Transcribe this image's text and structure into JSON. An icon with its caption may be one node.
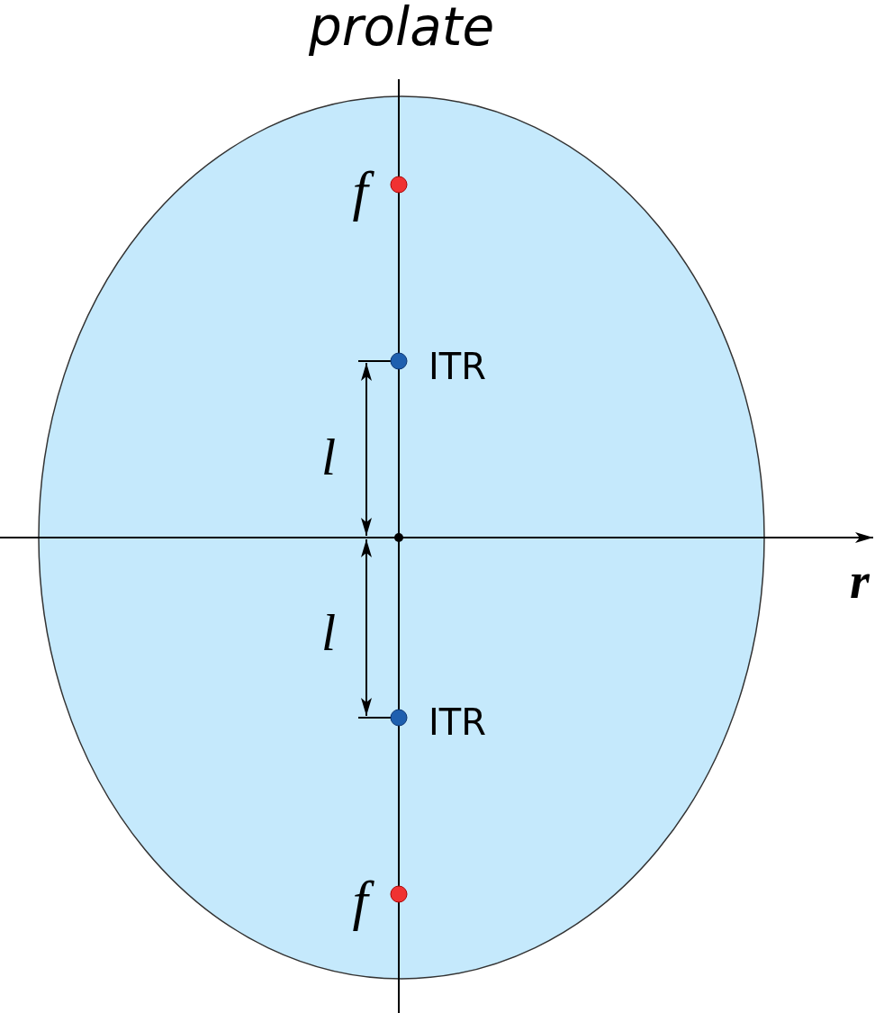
{
  "diagram": {
    "title": "prolate",
    "labels": [
      "f",
      "ITR",
      "l",
      "r",
      "l",
      "ITR",
      "f"
    ]
  }
}
